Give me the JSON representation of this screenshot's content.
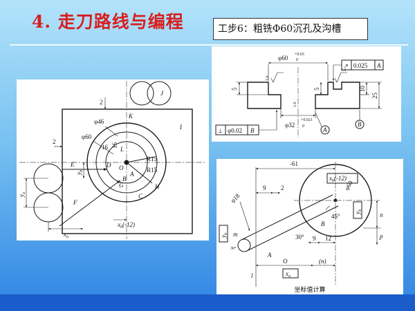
{
  "slide": {
    "title": "4. 走刀路线与编程",
    "step_label": "工步6：粗铣Φ60沉孔及沟槽"
  },
  "colors": {
    "title": "#d81e1e",
    "background_top": "#b3e3fa",
    "background_bottom": "#2f84e4",
    "footer_band": "#1a5cc9",
    "panel": "#ffffff",
    "drawing_ink": "#1a1a1a"
  },
  "figures": {
    "tool_path": {
      "labels": {
        "J": "J",
        "K": "K",
        "I": "I",
        "E": "E",
        "D": "D",
        "O": "O",
        "L": "L",
        "B": "B",
        "A": "A",
        "G": "G",
        "H": "H",
        "C": "C",
        "F": "F",
        "phi46": "φ46",
        "phi60": "φ60",
        "m16": "-16",
        "n16": "16",
        "r15a": "R15",
        "r15b": "R15",
        "two_top": "2",
        "two_left": "2",
        "yb": {
          "base": "y",
          "sub": "b"
        },
        "ya": {
          "base": "y",
          "sub": "a"
        },
        "xa": {
          "base": "x",
          "sub": "a"
        },
        "xb": {
          "base": "x",
          "sub": "b",
          "suffix": "(-12)"
        }
      }
    },
    "section": {
      "labels": {
        "phi60": {
          "nominal": "φ60",
          "upper": "+0.03",
          "lower": "0"
        },
        "runout_frame": {
          "symbol": "↗",
          "value": "0.025",
          "datum": "A"
        },
        "rough_left": "1.6",
        "rough_right": "1.6",
        "rough_hole": "1.6",
        "d5a": "5",
        "d5b": "5",
        "d10": "10",
        "d25": "25",
        "phi32": {
          "nominal": "φ32",
          "upper": "+0.021",
          "lower": "0"
        },
        "perp_frame": {
          "symbol": "⊥",
          "value": "φ0.02",
          "datum": "B"
        },
        "datum_a": "A",
        "datum_b": "B"
      }
    },
    "coordinates": {
      "labels": {
        "m61": "-61",
        "xb": {
          "base": "x",
          "sub": "b",
          "suffix": "(-12)"
        },
        "phi60": "φ60",
        "phi18": "φ18",
        "d9a": "9",
        "d2": "2",
        "yb_right": {
          "base": "y",
          "sub": "b"
        },
        "a45": "45°",
        "B": "B",
        "n": "n",
        "p": "p",
        "m": "m",
        "yb_left": {
          "base": "y",
          "sub": "b"
        },
        "a30a": "30°",
        "a30b": "30°",
        "d9b": "9",
        "d12": "12",
        "A": "A",
        "O": "O",
        "n_paren": "(n)",
        "l": "l",
        "xa": {
          "base": "x",
          "sub": "a"
        }
      },
      "caption": "坐标值计算"
    }
  }
}
